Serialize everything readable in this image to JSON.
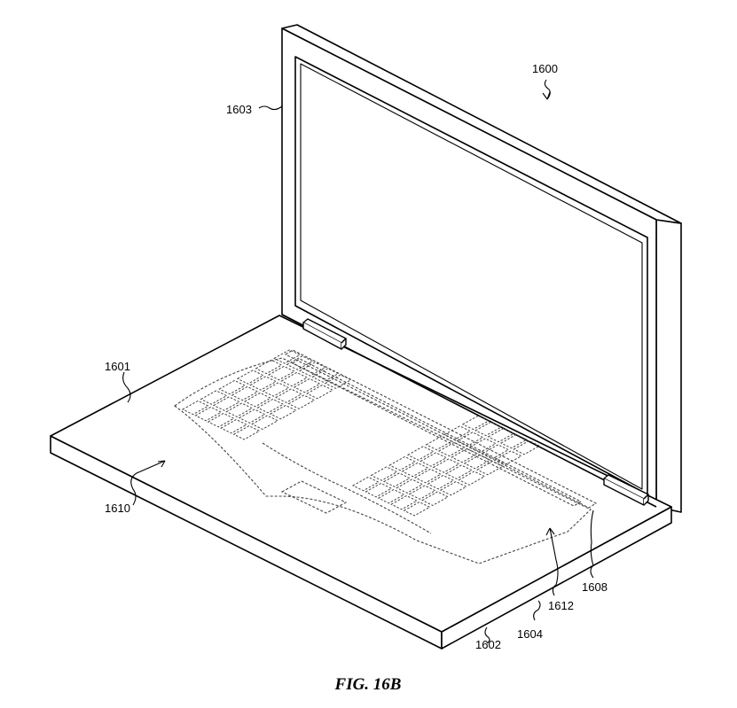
{
  "figure": {
    "caption": "FIG. 16B",
    "labels": {
      "device": "1600",
      "base": "1601",
      "bottom_edge": "1602",
      "display_housing": "1603",
      "side_edge": "1604",
      "key_region": "1608",
      "top_surface": "1610",
      "input_region": "1612"
    }
  }
}
